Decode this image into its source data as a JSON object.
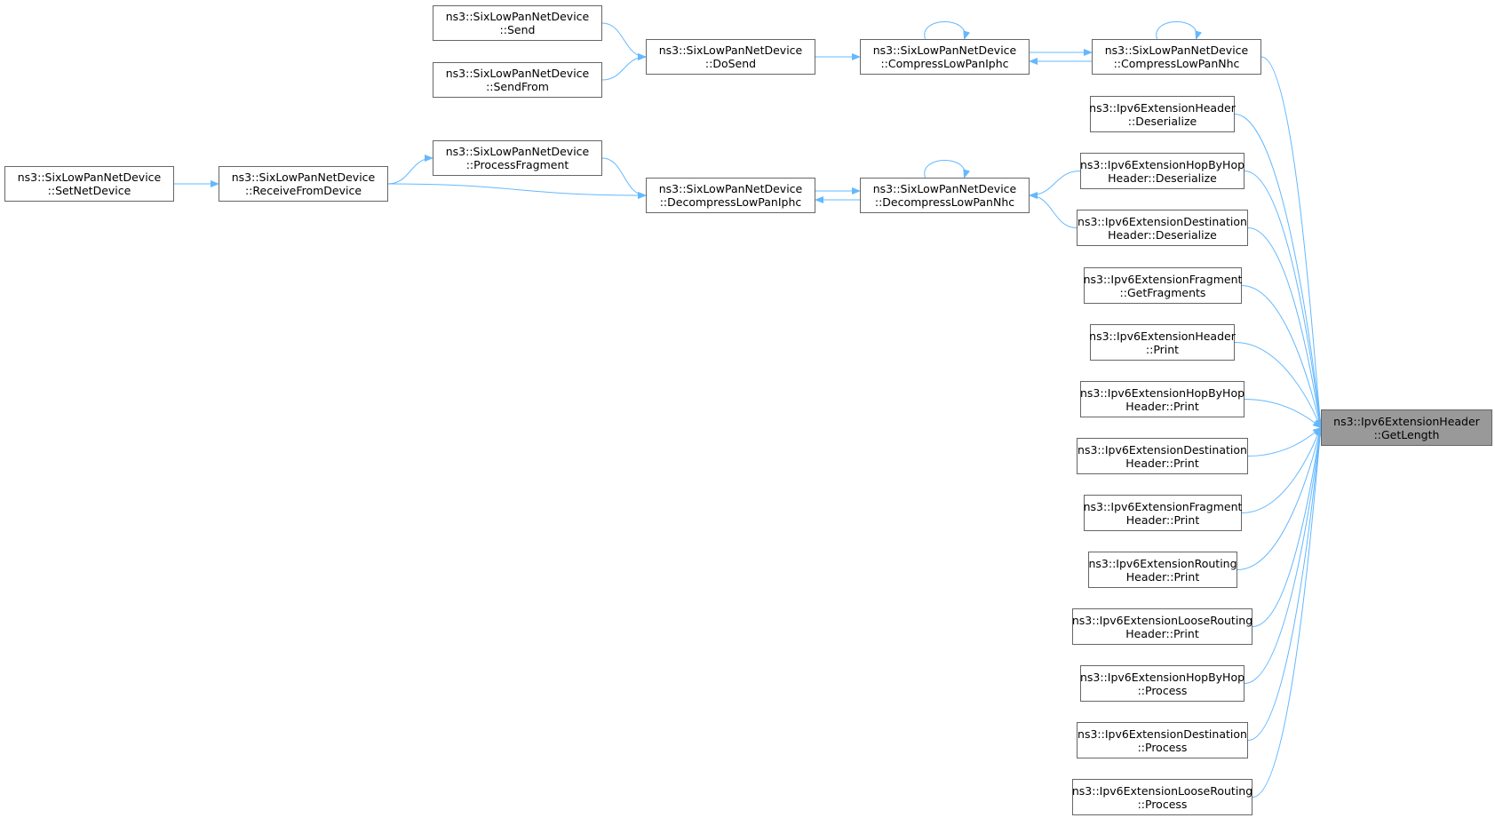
{
  "colors": {
    "edge": "#63b8ff",
    "node_border": "#666666",
    "root_fill": "#999999"
  },
  "nodes": {
    "get_length": [
      "ns3::Ipv6ExtensionHeader",
      "::GetLength"
    ],
    "send": [
      "ns3::SixLowPanNetDevice",
      "::Send"
    ],
    "send_from": [
      "ns3::SixLowPanNetDevice",
      "::SendFrom"
    ],
    "do_send": [
      "ns3::SixLowPanNetDevice",
      "::DoSend"
    ],
    "compress_iphc": [
      "ns3::SixLowPanNetDevice",
      "::CompressLowPanIphc"
    ],
    "compress_nhc": [
      "ns3::SixLowPanNetDevice",
      "::CompressLowPanNhc"
    ],
    "set_net_device": [
      "ns3::SixLowPanNetDevice",
      "::SetNetDevice"
    ],
    "receive_from_device": [
      "ns3::SixLowPanNetDevice",
      "::ReceiveFromDevice"
    ],
    "process_fragment": [
      "ns3::SixLowPanNetDevice",
      "::ProcessFragment"
    ],
    "decompress_iphc": [
      "ns3::SixLowPanNetDevice",
      "::DecompressLowPanIphc"
    ],
    "decompress_nhc": [
      "ns3::SixLowPanNetDevice",
      "::DecompressLowPanNhc"
    ],
    "ext_header_deserialize": [
      "ns3::Ipv6ExtensionHeader",
      "::Deserialize"
    ],
    "hopbyhop_header_deserialize": [
      "ns3::Ipv6ExtensionHopByHop",
      "Header::Deserialize"
    ],
    "destination_header_deserialize": [
      "ns3::Ipv6ExtensionDestination",
      "Header::Deserialize"
    ],
    "fragment_get_fragments": [
      "ns3::Ipv6ExtensionFragment",
      "::GetFragments"
    ],
    "ext_header_print": [
      "ns3::Ipv6ExtensionHeader",
      "::Print"
    ],
    "hopbyhop_header_print": [
      "ns3::Ipv6ExtensionHopByHop",
      "Header::Print"
    ],
    "destination_header_print": [
      "ns3::Ipv6ExtensionDestination",
      "Header::Print"
    ],
    "fragment_header_print": [
      "ns3::Ipv6ExtensionFragment",
      "Header::Print"
    ],
    "routing_header_print": [
      "ns3::Ipv6ExtensionRouting",
      "Header::Print"
    ],
    "loose_routing_header_print": [
      "ns3::Ipv6ExtensionLooseRouting",
      "Header::Print"
    ],
    "hopbyhop_process": [
      "ns3::Ipv6ExtensionHopByHop",
      "::Process"
    ],
    "destination_process": [
      "ns3::Ipv6ExtensionDestination",
      "::Process"
    ],
    "loose_routing_process": [
      "ns3::Ipv6ExtensionLooseRouting",
      "::Process"
    ]
  },
  "edges": [
    {
      "from": "send",
      "to": "do_send"
    },
    {
      "from": "send_from",
      "to": "do_send"
    },
    {
      "from": "do_send",
      "to": "compress_iphc"
    },
    {
      "from": "compress_iphc",
      "to": "compress_iphc"
    },
    {
      "from": "compress_iphc",
      "to": "compress_nhc"
    },
    {
      "from": "compress_nhc",
      "to": "compress_iphc"
    },
    {
      "from": "compress_nhc",
      "to": "compress_nhc"
    },
    {
      "from": "compress_nhc",
      "to": "get_length"
    },
    {
      "from": "set_net_device",
      "to": "receive_from_device"
    },
    {
      "from": "receive_from_device",
      "to": "process_fragment"
    },
    {
      "from": "receive_from_device",
      "to": "decompress_iphc"
    },
    {
      "from": "process_fragment",
      "to": "decompress_iphc"
    },
    {
      "from": "decompress_iphc",
      "to": "decompress_nhc"
    },
    {
      "from": "decompress_nhc",
      "to": "decompress_iphc"
    },
    {
      "from": "decompress_nhc",
      "to": "decompress_nhc"
    },
    {
      "from": "hopbyhop_header_deserialize",
      "to": "decompress_nhc"
    },
    {
      "from": "destination_header_deserialize",
      "to": "decompress_nhc"
    },
    {
      "from": "ext_header_deserialize",
      "to": "get_length"
    },
    {
      "from": "hopbyhop_header_deserialize",
      "to": "get_length"
    },
    {
      "from": "destination_header_deserialize",
      "to": "get_length"
    },
    {
      "from": "fragment_get_fragments",
      "to": "get_length"
    },
    {
      "from": "ext_header_print",
      "to": "get_length"
    },
    {
      "from": "hopbyhop_header_print",
      "to": "get_length"
    },
    {
      "from": "destination_header_print",
      "to": "get_length"
    },
    {
      "from": "fragment_header_print",
      "to": "get_length"
    },
    {
      "from": "routing_header_print",
      "to": "get_length"
    },
    {
      "from": "loose_routing_header_print",
      "to": "get_length"
    },
    {
      "from": "hopbyhop_process",
      "to": "get_length"
    },
    {
      "from": "destination_process",
      "to": "get_length"
    },
    {
      "from": "loose_routing_process",
      "to": "get_length"
    }
  ]
}
